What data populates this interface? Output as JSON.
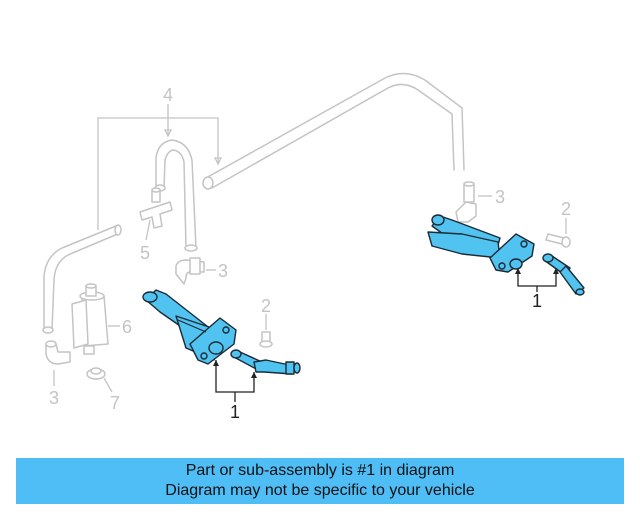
{
  "callouts": {
    "part_1_left": "1",
    "part_1_right": "1",
    "part_2_left": "2",
    "part_2_right": "2",
    "part_3_bottom": "3",
    "part_3_middle": "3",
    "part_3_right": "3",
    "part_4": "4",
    "part_5": "5",
    "part_6": "6",
    "part_7": "7"
  },
  "colors": {
    "highlight": "#50c3f0",
    "caption_bg": "#4fbdf6",
    "ghost_parts": "#c4c4c4"
  },
  "caption": {
    "line1": "Part or sub-assembly is #1 in diagram",
    "line2": "Diagram may not be specific to your vehicle"
  }
}
